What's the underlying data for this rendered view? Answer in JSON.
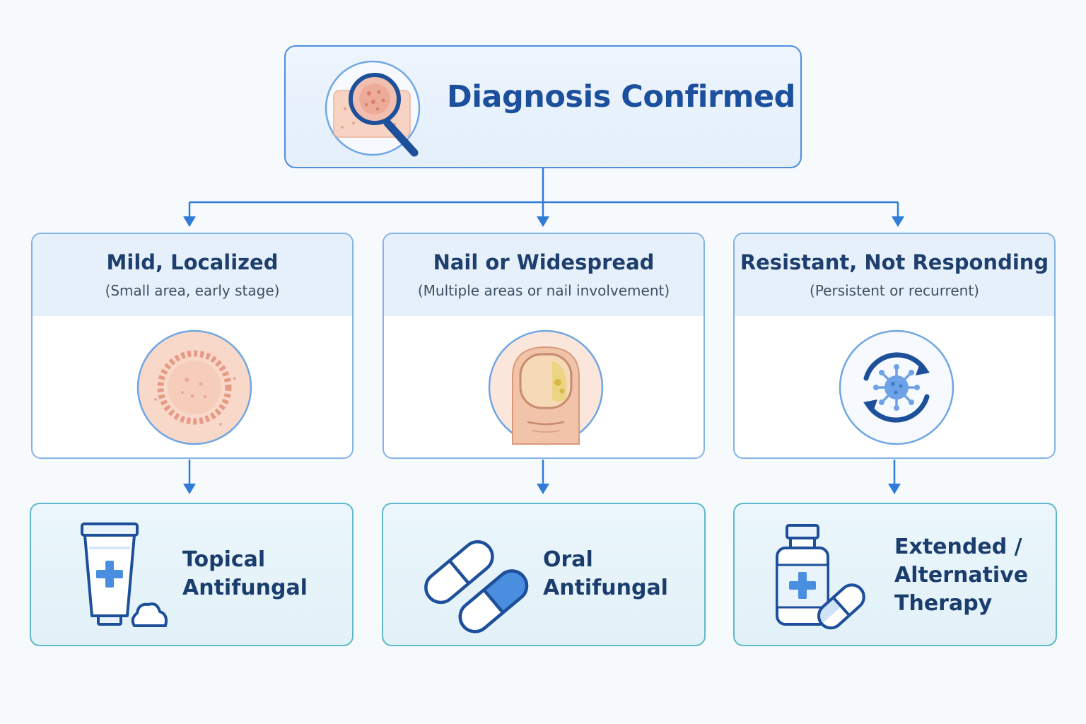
{
  "root": {
    "title": "Diagnosis Confirmed",
    "icon": "magnifier-skin-icon"
  },
  "categories": [
    {
      "title": "Mild, Localized",
      "subtitle": "(Small area, early stage)",
      "icon": "skin-rash-icon"
    },
    {
      "title": "Nail or Widespread",
      "subtitle": "(Multiple areas or nail involvement)",
      "icon": "infected-nail-icon"
    },
    {
      "title": "Resistant, Not Responding",
      "subtitle": "(Persistent or recurrent)",
      "icon": "recurring-pathogen-icon"
    }
  ],
  "treatments": [
    {
      "line1": "Topical",
      "line2": "Antifungal",
      "line3": "",
      "icon": "cream-tube-icon"
    },
    {
      "line1": "Oral",
      "line2": "Antifungal",
      "line3": "",
      "icon": "capsules-icon"
    },
    {
      "line1": "Extended /",
      "line2": "Alternative",
      "line3": "Therapy",
      "icon": "medicine-bottle-icon"
    }
  ],
  "colors": {
    "connector": "#2f7bd6",
    "root_border": "#4d8de0",
    "category_border": "#84b3e6",
    "treatment_border": "#5fb8c7",
    "title_text": "#1c4f9c"
  }
}
